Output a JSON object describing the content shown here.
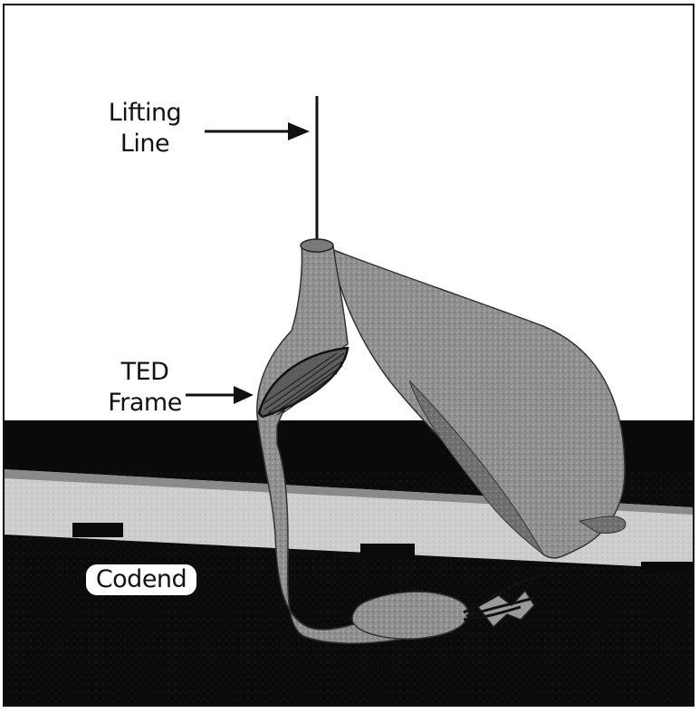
{
  "labels": {
    "lifting_line_1": "Lifting",
    "lifting_line_2": "Line",
    "ted_frame_1": "TED",
    "ted_frame_2": "Frame",
    "codend": "Codend"
  },
  "colors": {
    "seafloor": "#0a0a0a",
    "net": "#8f8f8f",
    "net_dark": "#6a6a6a",
    "rail": "#c9c9c9",
    "background": "#ffffff"
  }
}
